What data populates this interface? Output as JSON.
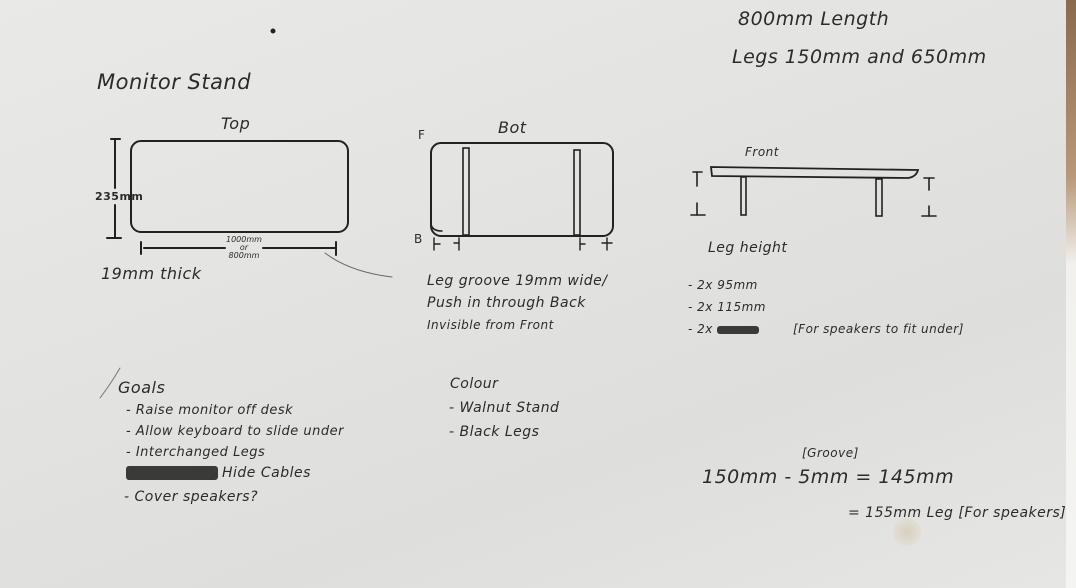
{
  "header_notes": {
    "length": "800mm Length",
    "legs": "Legs 150mm and 650mm"
  },
  "title": "Monitor Stand",
  "top_view": {
    "label": "Top",
    "height_dim": "235mm",
    "width_dim_line1": "1000mm",
    "width_dim_line2": "or",
    "width_dim_line3": "800mm",
    "thickness": "19mm thick"
  },
  "bottom_view": {
    "label": "Bot",
    "front_marker": "F",
    "back_marker": "B",
    "notes": [
      "Leg groove 19mm wide/",
      "Push in through Back",
      "Invisible from Front"
    ]
  },
  "front_view": {
    "label": "Front"
  },
  "leg_height": {
    "title": "Leg height",
    "items": [
      "- 2x 95mm",
      "- 2x 115mm",
      "- 2x"
    ],
    "note": "[For speakers to fit under]"
  },
  "goals": {
    "title": "Goals",
    "items": [
      "- Raise monitor off desk",
      "- Allow keyboard to slide under",
      "- Interchanged Legs",
      "Hide Cables",
      "- Cover speakers?"
    ]
  },
  "colour": {
    "title": "Colour",
    "items": [
      "- Walnut Stand",
      "- Black Legs"
    ]
  },
  "calculation": {
    "groove_label": "[Groove]",
    "line1": "150mm - 5mm = 145mm",
    "line2": "= 155mm Leg [For speakers]"
  }
}
